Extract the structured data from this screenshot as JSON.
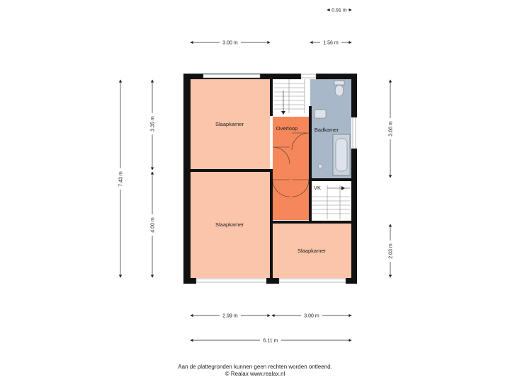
{
  "rooms": {
    "bedroom_top_left": "Slaapkamer",
    "bedroom_bottom_left": "Slaapkamer",
    "bedroom_bottom_right": "Slaapkamer",
    "landing": "Overloop",
    "bathroom": "Badkamer",
    "closet": "VK"
  },
  "dimensions": {
    "top_small": "0.91 m",
    "top_left": "3.00 m",
    "top_right": "1.56 m",
    "left_total": "7.43 m",
    "left_upper": "3.35 m",
    "left_lower": "4.00 m",
    "right_upper": "3.66 m",
    "right_lower": "2.03 m",
    "bottom_left": "2.99 m",
    "bottom_right": "3.00 m",
    "bottom_total": "6.11 m"
  },
  "colors": {
    "bedroom": "#fbc5aa",
    "landing": "#f5875a",
    "bathroom": "#a8b8c8",
    "wall": "#111111",
    "window": "#d0d0d0"
  },
  "footer": {
    "line1": "Aan de plattegronden kunnen geen rechten worden ontleend.",
    "line2": "© Realax www.realax.nl"
  }
}
